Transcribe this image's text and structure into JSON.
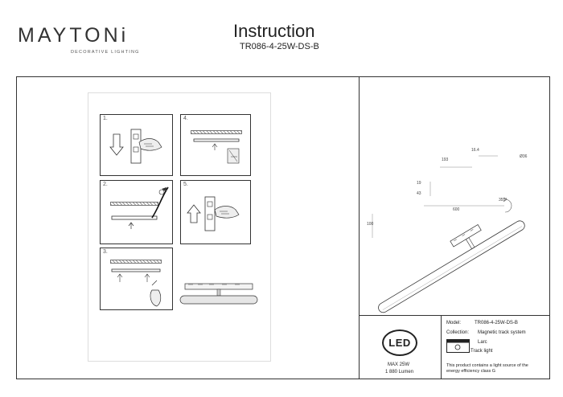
{
  "header": {
    "brand": "MAYTONi",
    "brand_sub": "DECORATIVE LIGHTING",
    "title": "Instruction",
    "model": "TR086-4-25W-DS-B"
  },
  "steps": [
    "1.",
    "2.",
    "3.",
    "4.",
    "5."
  ],
  "drawing": {
    "dims": {
      "d193": "193",
      "d164": "16.4",
      "d36": "Ø36",
      "d19": "19",
      "d43": "43",
      "d600": "600",
      "d100": "100",
      "rot": "355°"
    }
  },
  "info": {
    "led_label": "LED",
    "max_power": "MAX 25W",
    "lumen": "1 880 Lumen",
    "model_label": "Model:",
    "model_value": "TR086-4-25W-DS-B",
    "collection_label": "Collection:",
    "collection_value": "Magnetic track system",
    "series": "Larc",
    "type": "Track light",
    "energy_line1": "This product contains a light source of the",
    "energy_line2": "energy efficiency class G"
  },
  "colors": {
    "line": "#333333",
    "background": "#ffffff"
  }
}
